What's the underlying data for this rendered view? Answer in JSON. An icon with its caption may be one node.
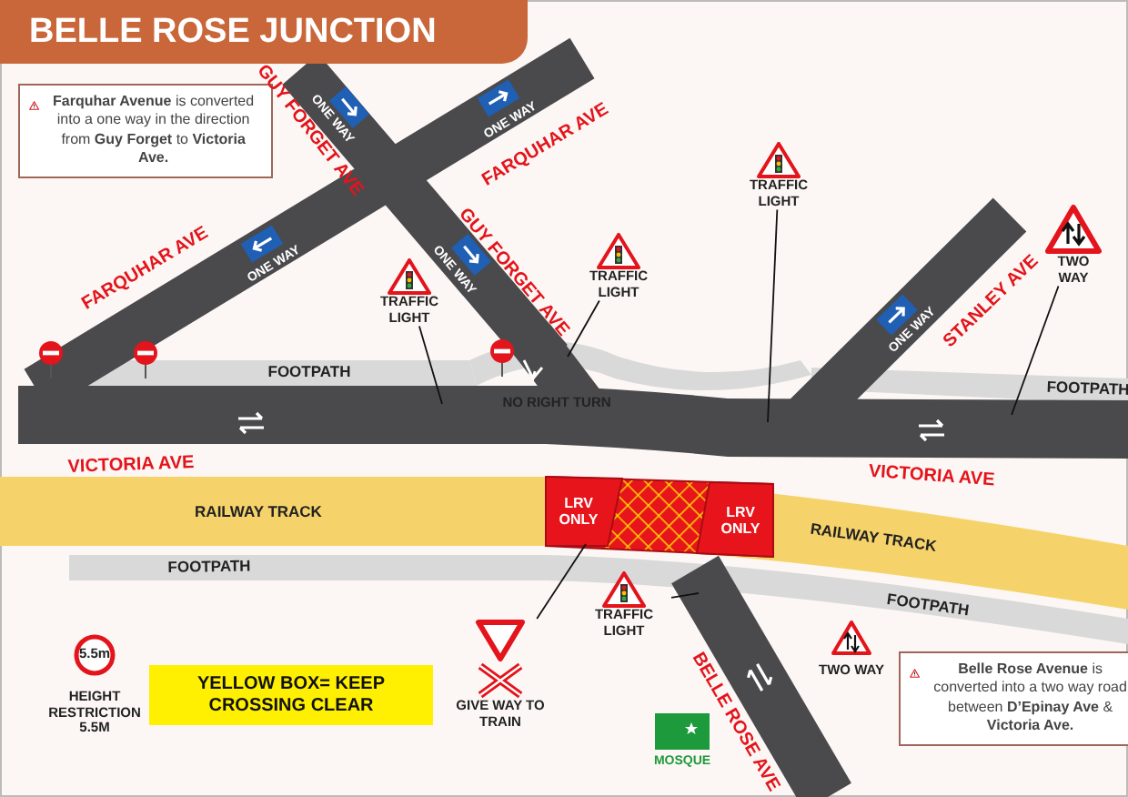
{
  "diagram": {
    "title": "BELLE ROSE JUNCTION",
    "nodes": [
      {
        "text": [
          "TRAFFIC LIGHT"
        ]
      },
      {
        "text": [
          "TRAFFIC LIGHT"
        ]
      },
      {
        "text": [
          "TRAFFIC LIGHT"
        ]
      },
      {
        "text": [
          "TWO WAY"
        ]
      },
      {
        "text": [
          "TRAFFIC LIGHT"
        ]
      },
      {
        "text": [
          "GIVE WAY TO TRAIN"
        ]
      },
      {
        "text": [],
        "shape": "road"
      },
      {
        "text": [],
        "shape": "road"
      },
      {
        "text": [],
        "shape": "road"
      },
      {
        "text": [],
        "shape": "box"
      }
    ],
    "edges": [
      {
        "from": 0,
        "to": 6,
        "arrow": "none"
      },
      {
        "from": 1,
        "to": 7,
        "arrow": "none"
      },
      {
        "from": 2,
        "to": 6,
        "arrow": "none"
      },
      {
        "from": 3,
        "to": 6,
        "arrow": "none"
      },
      {
        "from": 4,
        "to": 8,
        "arrow": "none"
      },
      {
        "from": 5,
        "to": 9,
        "arrow": "none"
      }
    ],
    "labels": [
      "**Farquhar Avenue** is converted into a one way in the direction from **Guy Forget** to **Victoria Ave.**",
      "GUY FORGET AVE",
      "ONE WAY",
      "ONE WAY",
      "FARQUHAR AVE",
      "FARQUHAR AVE",
      "ONE WAY",
      "GUY FORGET AVE",
      "ONE WAY",
      "STANLEY AVE",
      "ONE WAY",
      "FOOTPATH",
      "NO RIGHT TURN",
      "FOOTPATH",
      "VICTORIA AVE",
      "VICTORIA AVE",
      "RAILWAY TRACK",
      "LRV ONLY",
      "LRV ONLY",
      "RAILWAY TRACK",
      "FOOTPATH",
      "FOOTPATH",
      "TWO WAY",
      "BELLE ROSE AVE",
      "5.5m",
      "HEIGHT RESTRICTION 5.5M",
      "YELLOW BOX= KEEP CROSSING CLEAR",
      "MOSQUE",
      "**Belle Rose Avenue** is converted into a two way road between **D’Epinay Ave** & **Victoria Ave.**"
    ]
  }
}
